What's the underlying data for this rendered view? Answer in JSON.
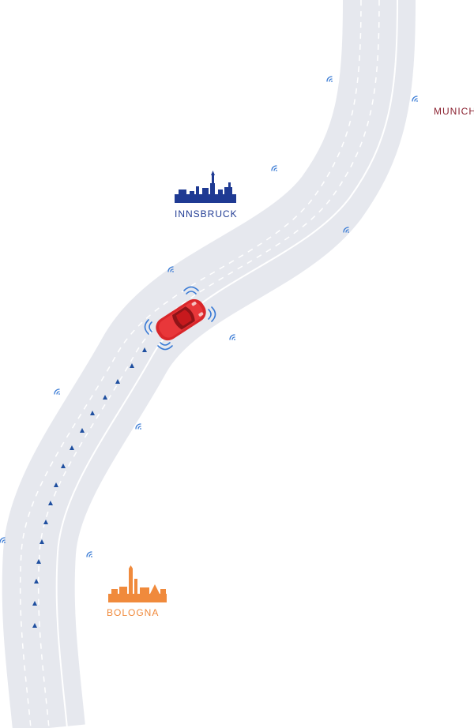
{
  "cities": {
    "munich": {
      "name": "MUNICH",
      "color": "#8b2332"
    },
    "innsbruck": {
      "name": "INNSBRUCK",
      "color": "#1f3a93"
    },
    "bologna": {
      "name": "BOLOGNA",
      "color": "#f08a3c"
    }
  },
  "colors": {
    "road": "#e6e8ee",
    "lane_marking": "#ffffff",
    "signal": "#3a7bd5",
    "route_marker": "#1f4fa0",
    "car_body": "#d9262a",
    "car_window": "#8f1418"
  },
  "icons": {
    "car": "car-icon",
    "signal": "wireless-signal-icon",
    "route": "triangle-marker-icon"
  }
}
